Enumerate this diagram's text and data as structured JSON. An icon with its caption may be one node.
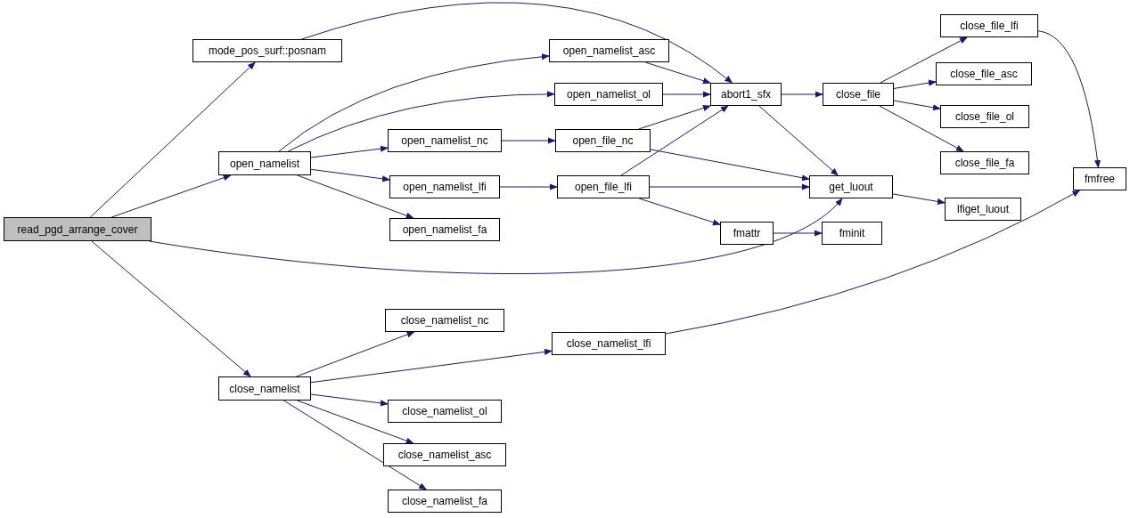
{
  "diagram": {
    "nodes": [
      {
        "text": [
          "read_pgd_arrange_cover"
        ]
      },
      {
        "text": [
          "mode_pos_surf::posnam"
        ]
      },
      {
        "text": [
          "open_namelist"
        ]
      },
      {
        "text": [
          "close_namelist"
        ]
      },
      {
        "text": [
          "open_namelist_asc"
        ]
      },
      {
        "text": [
          "open_namelist_ol"
        ]
      },
      {
        "text": [
          "open_namelist_nc"
        ]
      },
      {
        "text": [
          "open_namelist_lfi"
        ]
      },
      {
        "text": [
          "open_namelist_fa"
        ]
      },
      {
        "text": [
          "abort1_sfx"
        ]
      },
      {
        "text": [
          "open_file_nc"
        ]
      },
      {
        "text": [
          "open_file_lfi"
        ]
      },
      {
        "text": [
          "close_file"
        ]
      },
      {
        "text": [
          "get_luout"
        ]
      },
      {
        "text": [
          "fmattr"
        ]
      },
      {
        "text": [
          "fminit"
        ]
      },
      {
        "text": [
          "close_file_lfi"
        ]
      },
      {
        "text": [
          "close_file_asc"
        ]
      },
      {
        "text": [
          "close_file_ol"
        ]
      },
      {
        "text": [
          "close_file_fa"
        ]
      },
      {
        "text": [
          "lfiget_luout"
        ]
      },
      {
        "text": [
          "fmfree"
        ]
      },
      {
        "text": [
          "close_namelist_nc"
        ]
      },
      {
        "text": [
          "close_namelist_lfi"
        ]
      },
      {
        "text": [
          "close_namelist_ol"
        ]
      },
      {
        "text": [
          "close_namelist_asc"
        ]
      },
      {
        "text": [
          "close_namelist_fa"
        ]
      }
    ],
    "edges": [
      {
        "from": 0,
        "to": 1,
        "arrow": "to"
      },
      {
        "from": 0,
        "to": 2,
        "arrow": "to"
      },
      {
        "from": 0,
        "to": 13,
        "arrow": "to"
      },
      {
        "from": 0,
        "to": 3,
        "arrow": "to"
      },
      {
        "from": 1,
        "to": 9,
        "arrow": "to"
      },
      {
        "from": 2,
        "to": 4,
        "arrow": "to"
      },
      {
        "from": 2,
        "to": 5,
        "arrow": "to"
      },
      {
        "from": 2,
        "to": 6,
        "arrow": "to"
      },
      {
        "from": 2,
        "to": 7,
        "arrow": "to"
      },
      {
        "from": 2,
        "to": 8,
        "arrow": "to"
      },
      {
        "from": 4,
        "to": 9,
        "arrow": "to"
      },
      {
        "from": 5,
        "to": 9,
        "arrow": "to"
      },
      {
        "from": 10,
        "to": 9,
        "arrow": "to"
      },
      {
        "from": 11,
        "to": 9,
        "arrow": "to"
      },
      {
        "from": 6,
        "to": 10,
        "arrow": "to"
      },
      {
        "from": 7,
        "to": 11,
        "arrow": "to"
      },
      {
        "from": 10,
        "to": 13,
        "arrow": "to"
      },
      {
        "from": 11,
        "to": 13,
        "arrow": "to"
      },
      {
        "from": 11,
        "to": 14,
        "arrow": "to"
      },
      {
        "from": 9,
        "to": 12,
        "arrow": "to"
      },
      {
        "from": 9,
        "to": 13,
        "arrow": "to"
      },
      {
        "from": 12,
        "to": 16,
        "arrow": "to"
      },
      {
        "from": 12,
        "to": 17,
        "arrow": "to"
      },
      {
        "from": 12,
        "to": 18,
        "arrow": "to"
      },
      {
        "from": 12,
        "to": 19,
        "arrow": "to"
      },
      {
        "from": 13,
        "to": 20,
        "arrow": "to"
      },
      {
        "from": 14,
        "to": 15,
        "arrow": "to"
      },
      {
        "from": 16,
        "to": 21,
        "arrow": "to"
      },
      {
        "from": 3,
        "to": 22,
        "arrow": "to"
      },
      {
        "from": 3,
        "to": 23,
        "arrow": "to"
      },
      {
        "from": 3,
        "to": 24,
        "arrow": "to"
      },
      {
        "from": 3,
        "to": 25,
        "arrow": "to"
      },
      {
        "from": 3,
        "to": 26,
        "arrow": "to"
      },
      {
        "from": 23,
        "to": 21,
        "arrow": "to"
      }
    ]
  }
}
